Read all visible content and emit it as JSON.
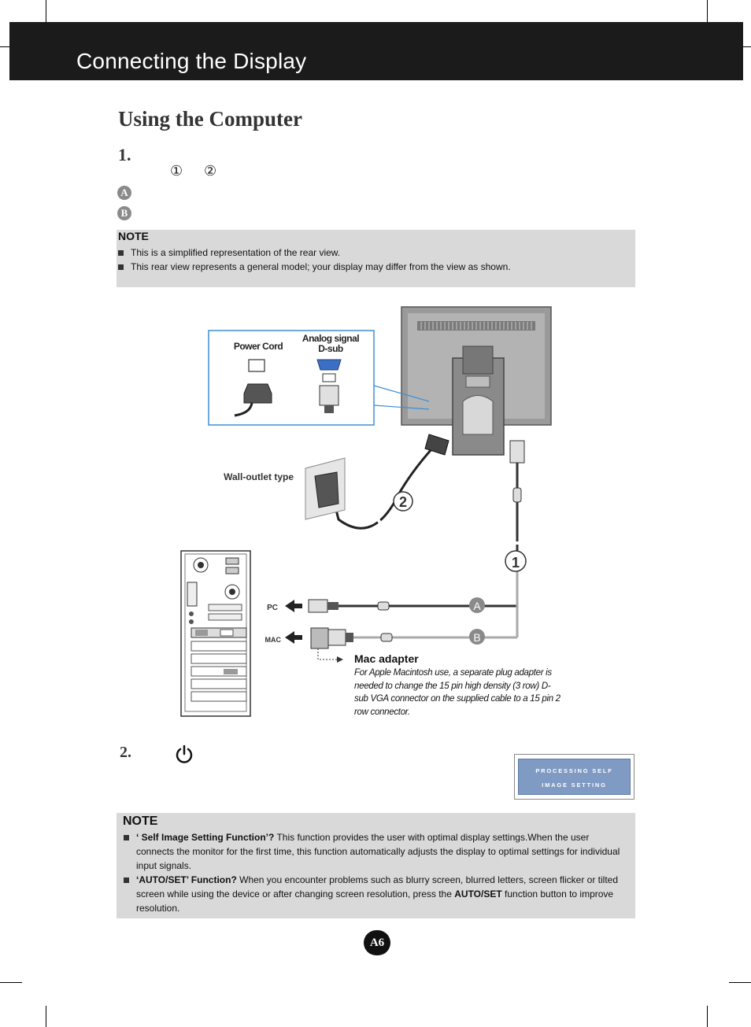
{
  "header": {
    "title": "Connecting the Display"
  },
  "section": {
    "title": "Using the Computer"
  },
  "step1": {
    "number": "1.",
    "circled_one": "①",
    "circled_two": "②",
    "badge_a": "A",
    "badge_b": "B"
  },
  "note1": {
    "title": "NOTE",
    "items": [
      "This is a simplified representation of the rear view.",
      "This rear view represents a general model; your display may differ from the view as shown."
    ]
  },
  "diagram": {
    "inset_power_label": "Power Cord",
    "inset_signal_label_1": "Analog signal",
    "inset_signal_label_2": "D-sub",
    "wall_outlet_label": "Wall-outlet type",
    "callout_1": "1",
    "callout_2": "2",
    "cable_a": "A",
    "cable_b": "B",
    "pc_label": "PC",
    "mac_label": "MAC",
    "mac_adapter_title": "Mac adapter",
    "mac_adapter_desc": "For Apple Macintosh use, a  separate plug adapter is needed to change the 15 pin high density (3 row) D-sub VGA connector on the supplied cable to a 15 pin 2 row connector."
  },
  "step2": {
    "number": "2.",
    "osd_line1": "PROCESSING SELF",
    "osd_line2": "IMAGE SETTING"
  },
  "note2": {
    "title": "NOTE",
    "item1_bold": "‘ Self Image Setting Function’?",
    "item1_text": " This function provides the user with optimal display settings.When the user connects the monitor for the first time, this function automatically adjusts the display to optimal settings for individual input signals.",
    "item2_bold": "‘AUTO/SET’ Function?",
    "item2_text": " When you encounter problems such as blurry screen, blurred letters, screen flicker or tilted screen while using the device or after changing screen resolution, press the ",
    "item2_bold2": "AUTO/SET",
    "item2_text2": " function button to improve resolution."
  },
  "footer": {
    "page": "A6"
  }
}
